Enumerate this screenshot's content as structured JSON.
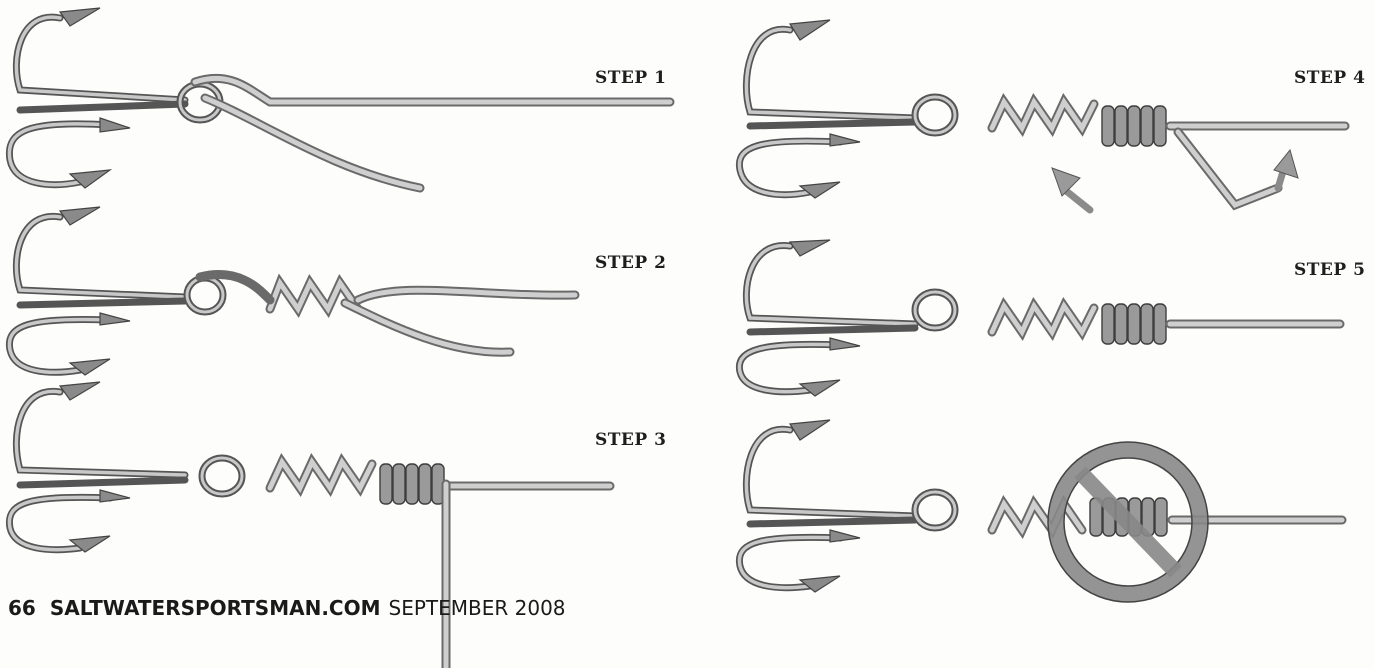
{
  "steps": {
    "step1": "STEP 1",
    "step2": "STEP 2",
    "step3": "STEP 3",
    "step4": "STEP 4",
    "step5": "STEP 5"
  },
  "footer": {
    "page_number": "66",
    "site": "SALTWATERSPORTSMAN.COM",
    "date": "SEPTEMBER 2008"
  }
}
